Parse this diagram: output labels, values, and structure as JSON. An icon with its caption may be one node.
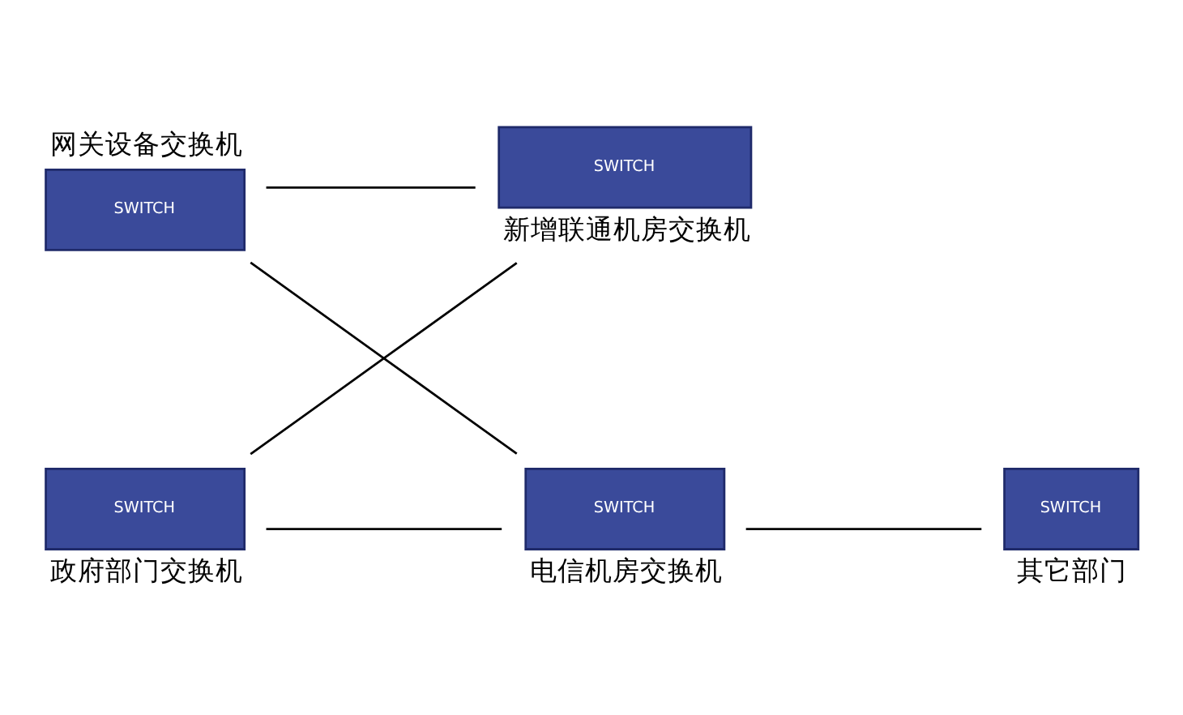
{
  "diagram": {
    "nodes": [
      {
        "text": [
          "网关设备交换机",
          "SWITCH"
        ]
      },
      {
        "text": [
          "SWITCH",
          "新增联通机房交换机"
        ]
      },
      {
        "text": [
          "SWITCH",
          "政府部门交换机"
        ]
      },
      {
        "text": [
          "SWITCH",
          "电信机房交换机"
        ]
      },
      {
        "text": [
          "SWITCH",
          "其它部门"
        ]
      }
    ],
    "edges": [
      {
        "from": 0,
        "to": 1,
        "arrow": "none"
      },
      {
        "from": 0,
        "to": 3,
        "arrow": "none"
      },
      {
        "from": 1,
        "to": 2,
        "arrow": "none"
      },
      {
        "from": 2,
        "to": 3,
        "arrow": "none"
      },
      {
        "from": 3,
        "to": 4,
        "arrow": "none"
      }
    ]
  }
}
